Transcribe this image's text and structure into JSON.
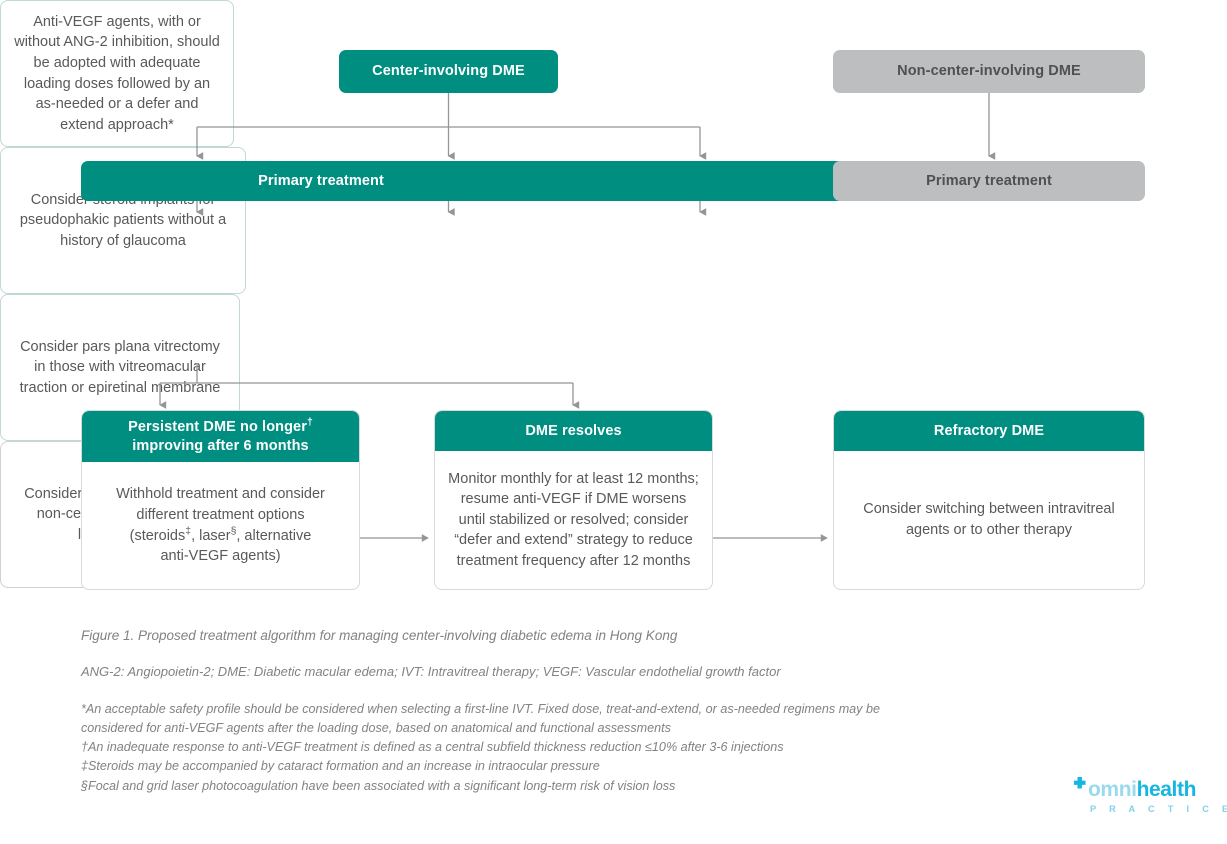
{
  "diagram": {
    "colors": {
      "teal": "#008e81",
      "grey": "#bcbec0",
      "card_border_teal": "#bfd9d6",
      "card_border_grey": "#d0d2d3",
      "connector": "#939598",
      "body_text": "#58595b",
      "caption_text": "#808285",
      "logo_light_blue": "#9ad9ee",
      "logo_blue": "#17b6e0"
    },
    "top": {
      "center_dme": "Center-involving DME",
      "non_center_dme": "Non-center-involving DME"
    },
    "primary": {
      "left_label": "Primary treatment",
      "right_label": "Primary treatment"
    },
    "options": {
      "anti_vegf": "Anti-VEGF agents, with or without ANG-2 inhibition, should be adopted with adequate loading doses followed by an as-needed or a defer and extend approach*",
      "steroid_implants": "Consider steroid implants for pseudophakic patients without a history of glaucoma",
      "vitrectomy": "Consider pars plana vitrectomy in those with vitreomacular traction or epiretinal membrane",
      "focal_laser": "Consider focal laser photocoagulation for non-center-involved DME/extrafoveal leaking microaneurysms"
    },
    "outcomes": {
      "persistent": {
        "header_line1": "Persistent DME no longer",
        "header_sup": "†",
        "header_line2": "improving after 6 months",
        "body_line1": "Withhold treatment and consider",
        "body_line2": "different treatment options",
        "body_line3_a": "(steroids",
        "body_line3_sup_a": "‡",
        "body_line3_b": ", laser",
        "body_line3_sup_b": "§",
        "body_line3_c": ", alternative",
        "body_line4": "anti-VEGF agents)"
      },
      "resolves": {
        "header": "DME resolves",
        "body": "Monitor monthly for at least 12 months; resume anti-VEGF if DME worsens until stabilized or resolved; consider “defer and extend” strategy to reduce treatment frequency after 12 months"
      },
      "refractory": {
        "header": "Refractory DME",
        "body": "Consider switching between intravitreal agents or to other therapy"
      }
    }
  },
  "caption": {
    "figure": "Figure 1. Proposed treatment algorithm for managing center-involving diabetic edema in Hong Kong",
    "abbreviations": "ANG-2: Angiopoietin-2; DME: Diabetic macular edema; IVT: Intravitreal therapy; VEGF: Vascular endothelial growth factor"
  },
  "footnotes": {
    "star_line1": "*An acceptable safety profile should be considered when selecting a first-line IVT. Fixed dose, treat-and-extend, or as-needed regimens may be",
    "star_line2": "considered for anti-VEGF agents after the loading dose, based on anatomical and functional assessments",
    "dagger": "†An inadequate response to anti-VEGF treatment is defined as a central subfield thickness reduction ≤10% after 3-6 injections",
    "double_dagger": "‡Steroids may be accompanied by cataract formation and an increase in intraocular pressure",
    "section": "§Focal and grid laser photocoagulation have been associated with a significant long-term risk of vision loss"
  },
  "logo": {
    "omni": "omni",
    "health": "health",
    "practice": "P R A C T I C E"
  }
}
